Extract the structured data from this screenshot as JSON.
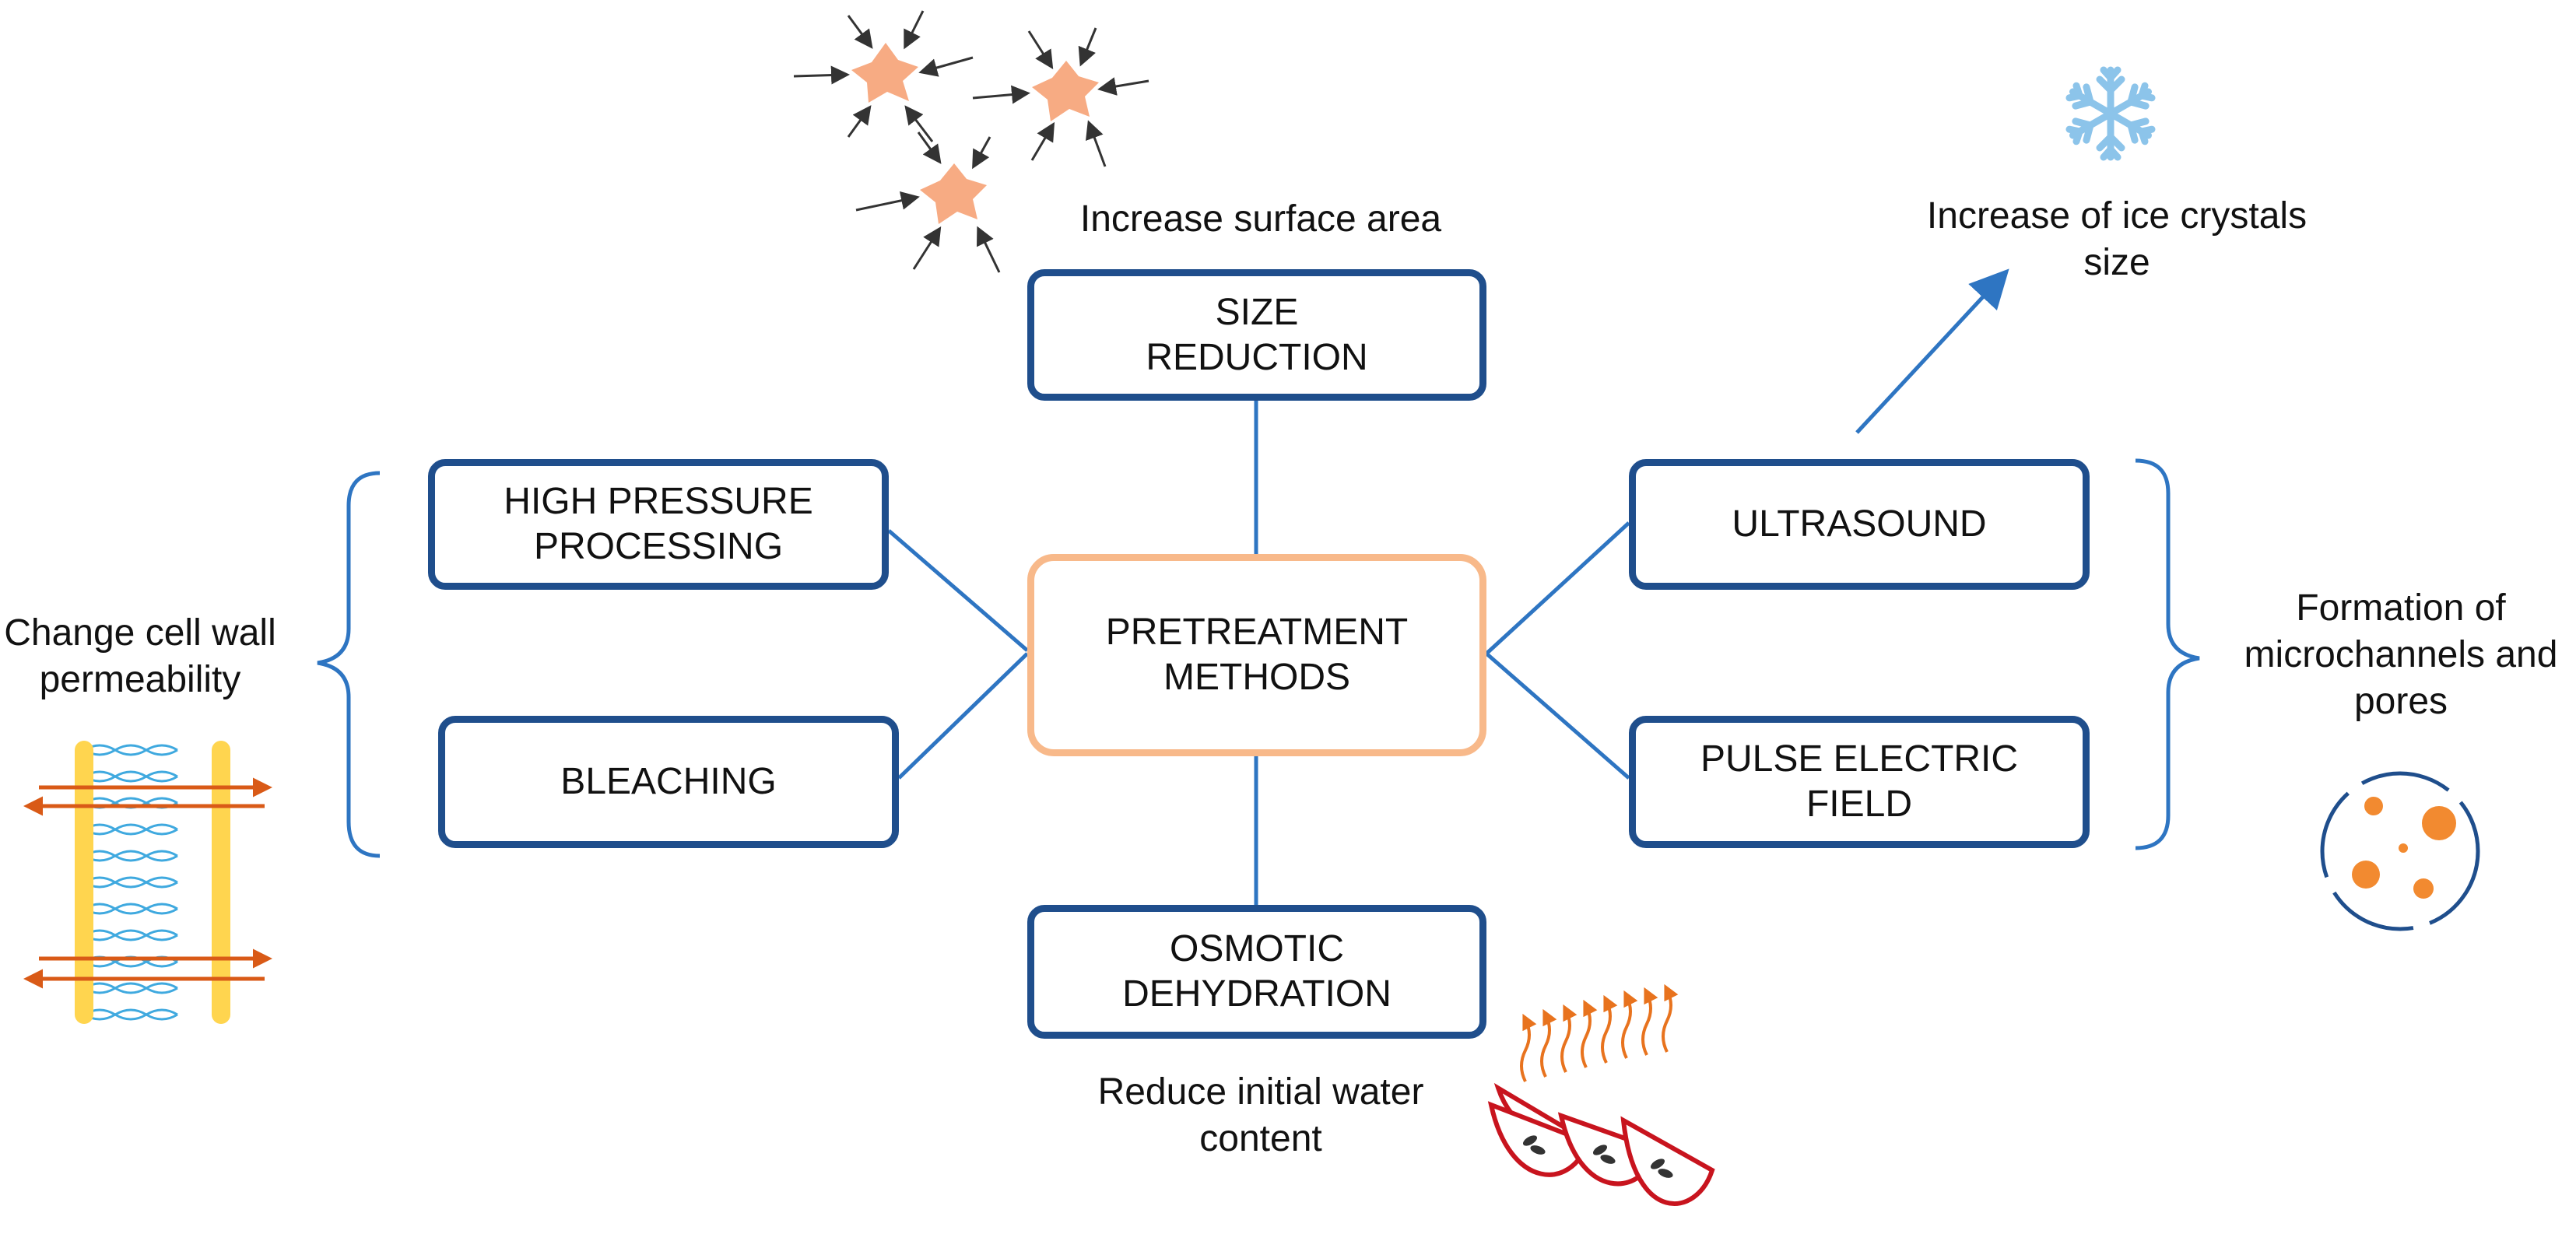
{
  "center": {
    "line1": "PRETREATMENT",
    "line2": "METHODS"
  },
  "methods": {
    "size_reduction": {
      "line1": "SIZE",
      "line2": "REDUCTION"
    },
    "high_pressure": {
      "line1": "HIGH PRESSURE",
      "line2": "PROCESSING"
    },
    "bleaching": {
      "line1": "BLEACHING"
    },
    "ultrasound": {
      "line1": "ULTRASOUND"
    },
    "pulse_electric": {
      "line1": "PULSE ELECTRIC",
      "line2": "FIELD"
    },
    "osmotic": {
      "line1": "OSMOTIC",
      "line2": "DEHYDRATION"
    }
  },
  "effects": {
    "surface_area": {
      "line1": "Increase surface area"
    },
    "ice_crystals": {
      "line1": "Increase of ice crystals",
      "line2": "size"
    },
    "cell_wall": {
      "line1": "Change cell wall",
      "line2": "permeability"
    },
    "microchannels": {
      "line1": "Formation of",
      "line2": "microchannels and",
      "line3": "pores"
    },
    "water_content": {
      "line1": "Reduce initial water",
      "line2": "content"
    }
  },
  "icons": {
    "particles": "particle-icon",
    "snowflake": "snowflake-icon",
    "membrane": "cell-membrane-icon",
    "pores": "porous-cell-icon",
    "apple_slices": "drying-apple-slices-icon"
  },
  "colors": {
    "box_border": "#1F4E8C",
    "center_border": "#F8B98A",
    "connector": "#2E75C2",
    "particle": "#F7AB83",
    "snowflake": "#8CC4EA",
    "membrane_head": "#FFD54F",
    "membrane_tail": "#3FA9DF",
    "membrane_arrow": "#D95A17",
    "pore": "#F28A30",
    "apple": "#C8141E",
    "steam": "#E8731E"
  }
}
